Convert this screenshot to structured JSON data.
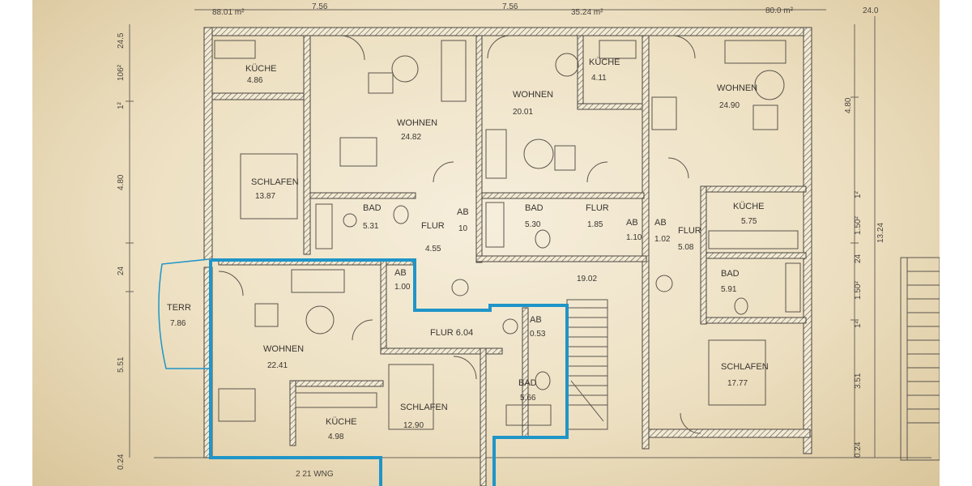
{
  "plan": {
    "top_dimensions": [
      "88.01 m²",
      "7.56",
      "7.56",
      "35.24 m²",
      "80.0 m²",
      "24.0"
    ],
    "left_dimensions": [
      "24.5",
      "106²",
      "1²",
      "4.80",
      "24",
      "5.51",
      "0.24"
    ],
    "right_dimensions": [
      "4.80",
      "1²",
      "1.50²",
      "24",
      "1.50²",
      "1²",
      "3.51",
      "0.24",
      "13.24"
    ],
    "rooms": {
      "kueche_nw": {
        "name": "KÜCHE",
        "area": "4.86"
      },
      "wohnen_nw": {
        "name": "WOHNEN",
        "area": "24.82"
      },
      "schlafen_w": {
        "name": "SCHLAFEN",
        "area": "13.87"
      },
      "bad_w": {
        "name": "BAD",
        "area": "5.31"
      },
      "flur_w": {
        "name": "FLUR",
        "area": "4.55"
      },
      "ab_w": {
        "name": "AB",
        "area": "10"
      },
      "wohnen_n": {
        "name": "WOHNEN",
        "area": "20.01"
      },
      "kueche_n": {
        "name": "KÜCHE",
        "area": "4.11"
      },
      "bad_n": {
        "name": "BAD",
        "area": "5.30"
      },
      "flur_n": {
        "name": "FLUR",
        "area": "1.85"
      },
      "ab_n": {
        "name": "AB",
        "area": "1.10"
      },
      "wohnen_ne": {
        "name": "WOHNEN",
        "area": "24.90"
      },
      "ab_e": {
        "name": "AB",
        "area": "1.02"
      },
      "flur_e": {
        "name": "FLUR",
        "area": "5.08"
      },
      "kueche_e": {
        "name": "KÜCHE",
        "area": "5.75"
      },
      "bad_e": {
        "name": "BAD",
        "area": "5.91"
      },
      "schlafen_e": {
        "name": "SCHLAFEN",
        "area": "17.77"
      },
      "stair": {
        "name": "",
        "area": "19.02"
      },
      "terr": {
        "name": "TERR",
        "area": "7.86"
      },
      "ab_sw": {
        "name": "AB",
        "area": "1.00"
      },
      "wohnen_sw": {
        "name": "WOHNEN",
        "area": "22.41"
      },
      "flur_sw": {
        "name": "FLUR 6.04",
        "area": ""
      },
      "ab_s": {
        "name": "AB",
        "area": "0.53"
      },
      "bad_s": {
        "name": "BAD",
        "area": "5.66"
      },
      "schlafen_s": {
        "name": "SCHLAFEN",
        "area": "12.90"
      },
      "kueche_sw": {
        "name": "KÜCHE",
        "area": "4.98"
      }
    },
    "bottom_label": "2 21 WNG",
    "colors": {
      "highlight": "#1f95c8",
      "wall": "#4a4540",
      "paper": "#f1e6cc"
    }
  }
}
